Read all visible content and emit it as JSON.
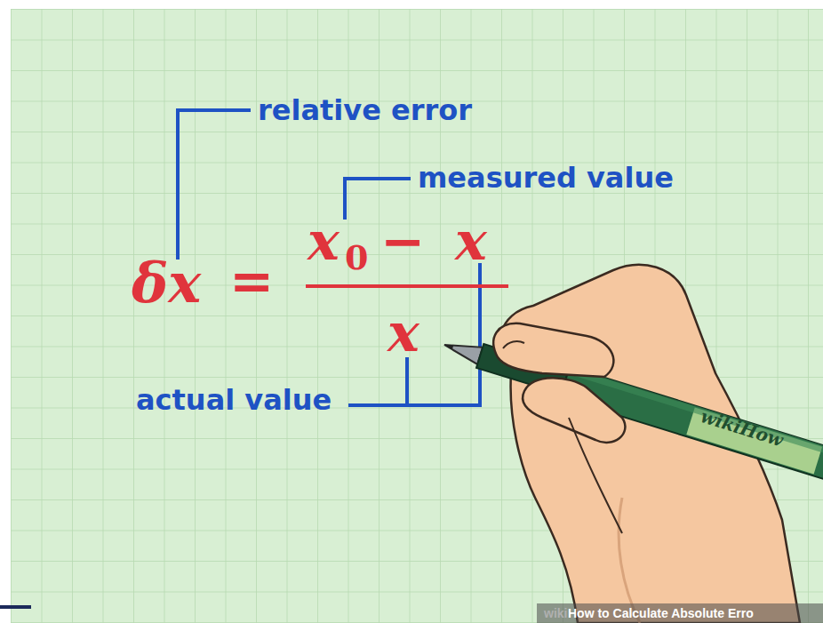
{
  "diagram": {
    "labels": [
      "relative error",
      "measured value",
      "δx",
      "=",
      "x",
      "0",
      "−",
      "x",
      "x",
      "actual value",
      "wikiHow",
      "wiki",
      "How to Calculate Absolute Erro"
    ]
  }
}
